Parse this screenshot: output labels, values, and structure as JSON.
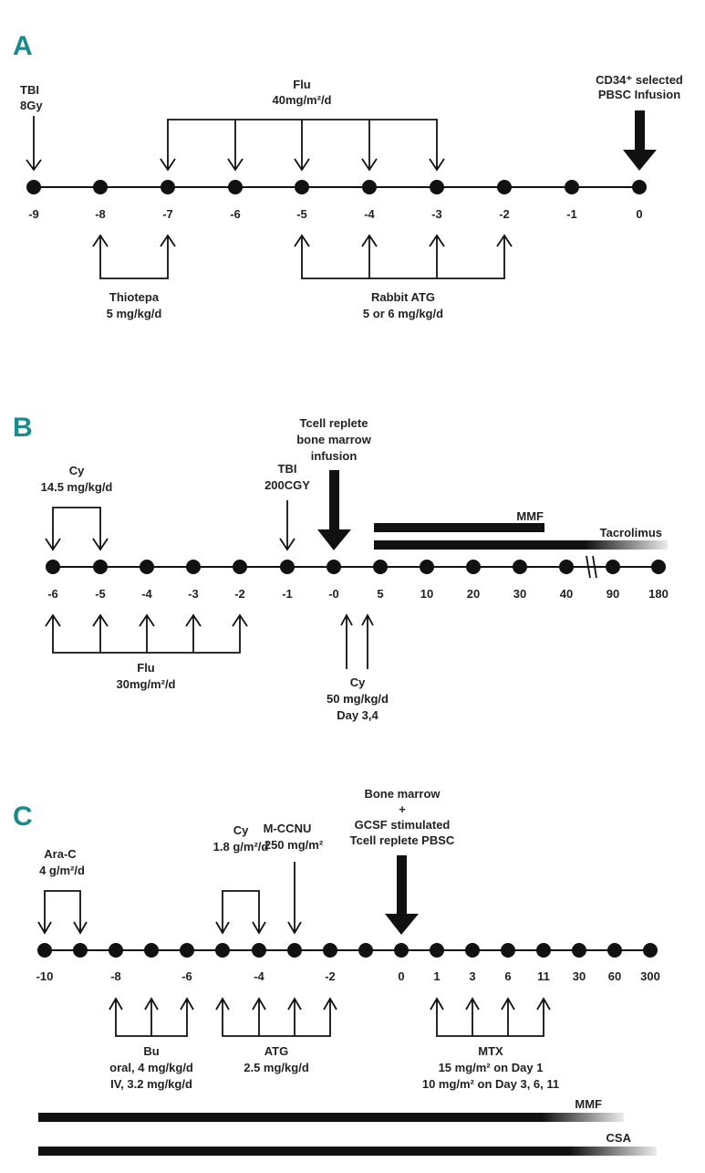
{
  "colors": {
    "panel_letter": "#1a8a8a",
    "ink": "#111111",
    "text": "#222222",
    "background": "#ffffff"
  },
  "panel_a": {
    "letter": "A",
    "days": [
      "-9",
      "-8",
      "-7",
      "-6",
      "-5",
      "-4",
      "-3",
      "-2",
      "-1",
      "0"
    ],
    "tbi": [
      "TBI",
      "8Gy"
    ],
    "flu": [
      "Flu",
      "40mg/m²/d"
    ],
    "infusion": [
      "CD34⁺ selected",
      "PBSC Infusion"
    ],
    "thiotepa": [
      "Thiotepa",
      "5 mg/kg/d"
    ],
    "atg": [
      "Rabbit ATG",
      "5 or 6 mg/kg/d"
    ]
  },
  "panel_b": {
    "letter": "B",
    "days": [
      "-6",
      "-5",
      "-4",
      "-3",
      "-2",
      "-1",
      "-0",
      "5",
      "10",
      "20",
      "30",
      "40",
      "90",
      "180"
    ],
    "cy_top": [
      "Cy",
      "14.5 mg/kg/d"
    ],
    "tbi": [
      "TBI",
      "200CGY"
    ],
    "infusion": [
      "Tcell replete",
      "bone marrow",
      "infusion"
    ],
    "mmf": "MMF",
    "tacrolimus": "Tacrolimus",
    "flu": [
      "Flu",
      "30mg/m²/d"
    ],
    "cy_bottom": [
      "Cy",
      "50 mg/kg/d",
      "Day 3,4"
    ]
  },
  "panel_c": {
    "letter": "C",
    "days": [
      "-10",
      "",
      "-8",
      "",
      "-6",
      "",
      "-4",
      "",
      "-2",
      "",
      "0",
      "1",
      "3",
      "6",
      "11",
      "30",
      "60",
      "300"
    ],
    "arac": [
      "Ara-C",
      "4 g/m²/d"
    ],
    "cy": [
      "Cy",
      "1.8 g/m²/d"
    ],
    "mccnu": [
      "M-CCNU",
      "250 mg/m²"
    ],
    "infusion": [
      "Bone marrow",
      "+",
      "GCSF stimulated",
      "Tcell replete PBSC"
    ],
    "bu": [
      "Bu",
      "oral, 4 mg/kg/d",
      "IV, 3.2 mg/kg/d"
    ],
    "atg": [
      "ATG",
      "2.5 mg/kg/d"
    ],
    "mtx": [
      "MTX",
      "15 mg/m² on Day 1",
      "10 mg/m² on Day 3, 6, 11"
    ],
    "mmf": "MMF",
    "csa": "CSA"
  }
}
